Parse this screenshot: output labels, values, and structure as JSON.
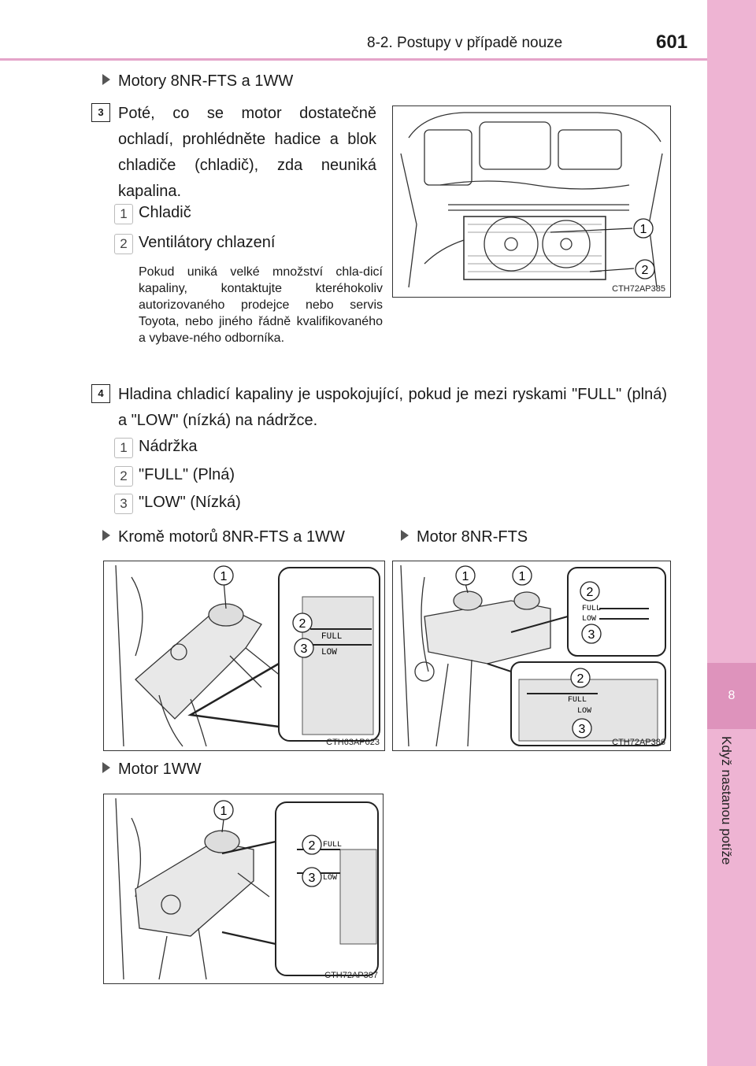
{
  "header": {
    "section": "8-2. Postupy v případě nouze",
    "page": "601"
  },
  "sidebar": {
    "chapter_number": "8",
    "chapter_title": "Když nastanou potíže"
  },
  "bullets": {
    "engines_top": "Motory 8NR-FTS a 1WW",
    "except_engines": "Kromě motorů 8NR-FTS a 1WW",
    "engine_8nr": "Motor 8NR-FTS",
    "engine_1ww": "Motor 1WW"
  },
  "step3": {
    "number": "3",
    "text": "Poté, co se motor dostatečně ochladí, prohlédněte hadice a blok chladiče (chladič), zda neuniká kapalina.",
    "items": [
      {
        "n": "1",
        "label": "Chladič"
      },
      {
        "n": "2",
        "label": "Ventilátory chlazení"
      }
    ],
    "note": "Pokud uniká velké množství chla-dicí kapaliny, kontaktujte kteréhokoliv autorizovaného prodejce nebo servis Toyota, nebo jiného řádně kvalifikovaného a vybave-ného odborníka."
  },
  "step4": {
    "number": "4",
    "text": "Hladina chladicí kapaliny je uspokojující, pokud je mezi ryskami \"FULL\" (plná) a \"LOW\" (nízká) na nádržce.",
    "items": [
      {
        "n": "1",
        "label": "Nádržka"
      },
      {
        "n": "2",
        "label": "\"FULL\" (Plná)"
      },
      {
        "n": "3",
        "label": "\"LOW\" (Nízká)"
      }
    ]
  },
  "figures": {
    "radiator": {
      "code": "CTH72AP385",
      "callouts": [
        "1",
        "2"
      ]
    },
    "tank_other": {
      "code": "CTH63AP023",
      "callouts": [
        "1",
        "2",
        "3"
      ],
      "full": "FULL",
      "low": "LOW"
    },
    "tank_8nr": {
      "code": "CTH72AP386",
      "callouts": [
        "1",
        "1",
        "2",
        "3",
        "2",
        "3"
      ],
      "full": "FULL",
      "low": "LOW",
      "full2": "FULL",
      "low2": "LOW"
    },
    "tank_1ww": {
      "code": "CTH72AP387",
      "callouts": [
        "1",
        "2",
        "3"
      ],
      "full": "FULL",
      "low": "LOW"
    }
  }
}
